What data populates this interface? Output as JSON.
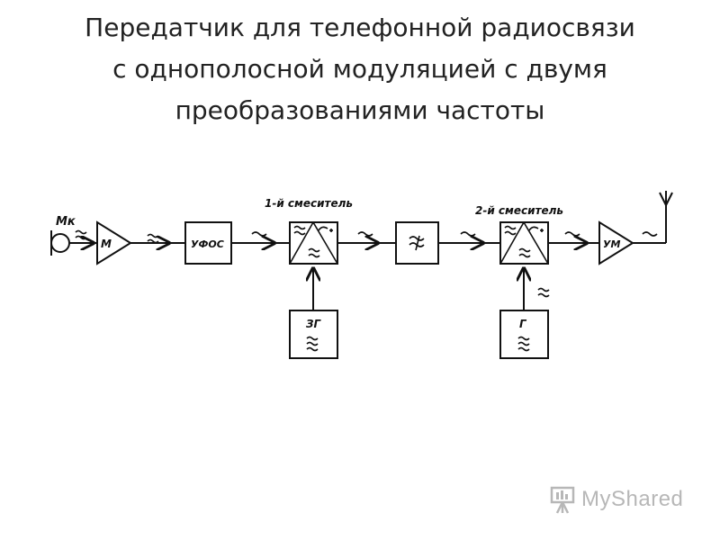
{
  "slide": {
    "title_lines": [
      "Передатчик для телефонной радиосвязи",
      "с однополосной модуляцией с двумя",
      "преобразованиями частоты"
    ]
  },
  "diagram": {
    "labels": {
      "microphone": "Мк",
      "modulator_amp": "М",
      "filter": "УФОС",
      "mixer1_caption": "1-й смеситель",
      "mixer2_caption": "2-й смеситель",
      "generator1": "ЗГ",
      "generator2": "Г",
      "power_amp": "УМ"
    }
  },
  "watermark": {
    "text": "MyShared"
  }
}
